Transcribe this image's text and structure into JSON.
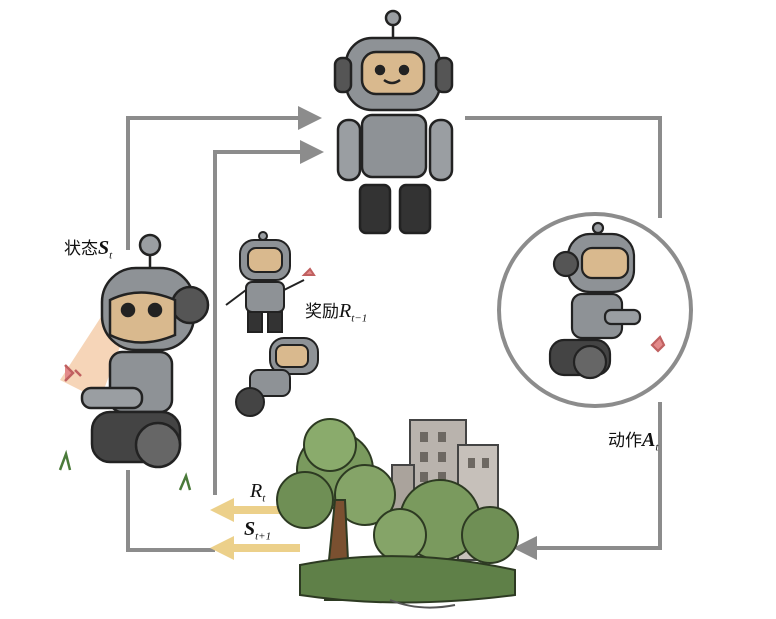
{
  "labels": {
    "state": {
      "text": "状态",
      "symbol": "S",
      "sub": "t"
    },
    "reward_prev": {
      "text": "奖励",
      "symbol": "R",
      "sub": "t−1"
    },
    "action": {
      "text": "动作",
      "symbol": "A",
      "sub": "t"
    },
    "reward": {
      "symbol": "R",
      "sub": "t"
    },
    "next_state": {
      "symbol": "S",
      "sub": "t+1"
    }
  },
  "colors": {
    "line": "#8c8c8c",
    "feedback": "#ecd08a",
    "robot": "#8e9296",
    "face": "#d9b98e",
    "tree": "#6f8f55",
    "building": "#b9b3ad"
  }
}
